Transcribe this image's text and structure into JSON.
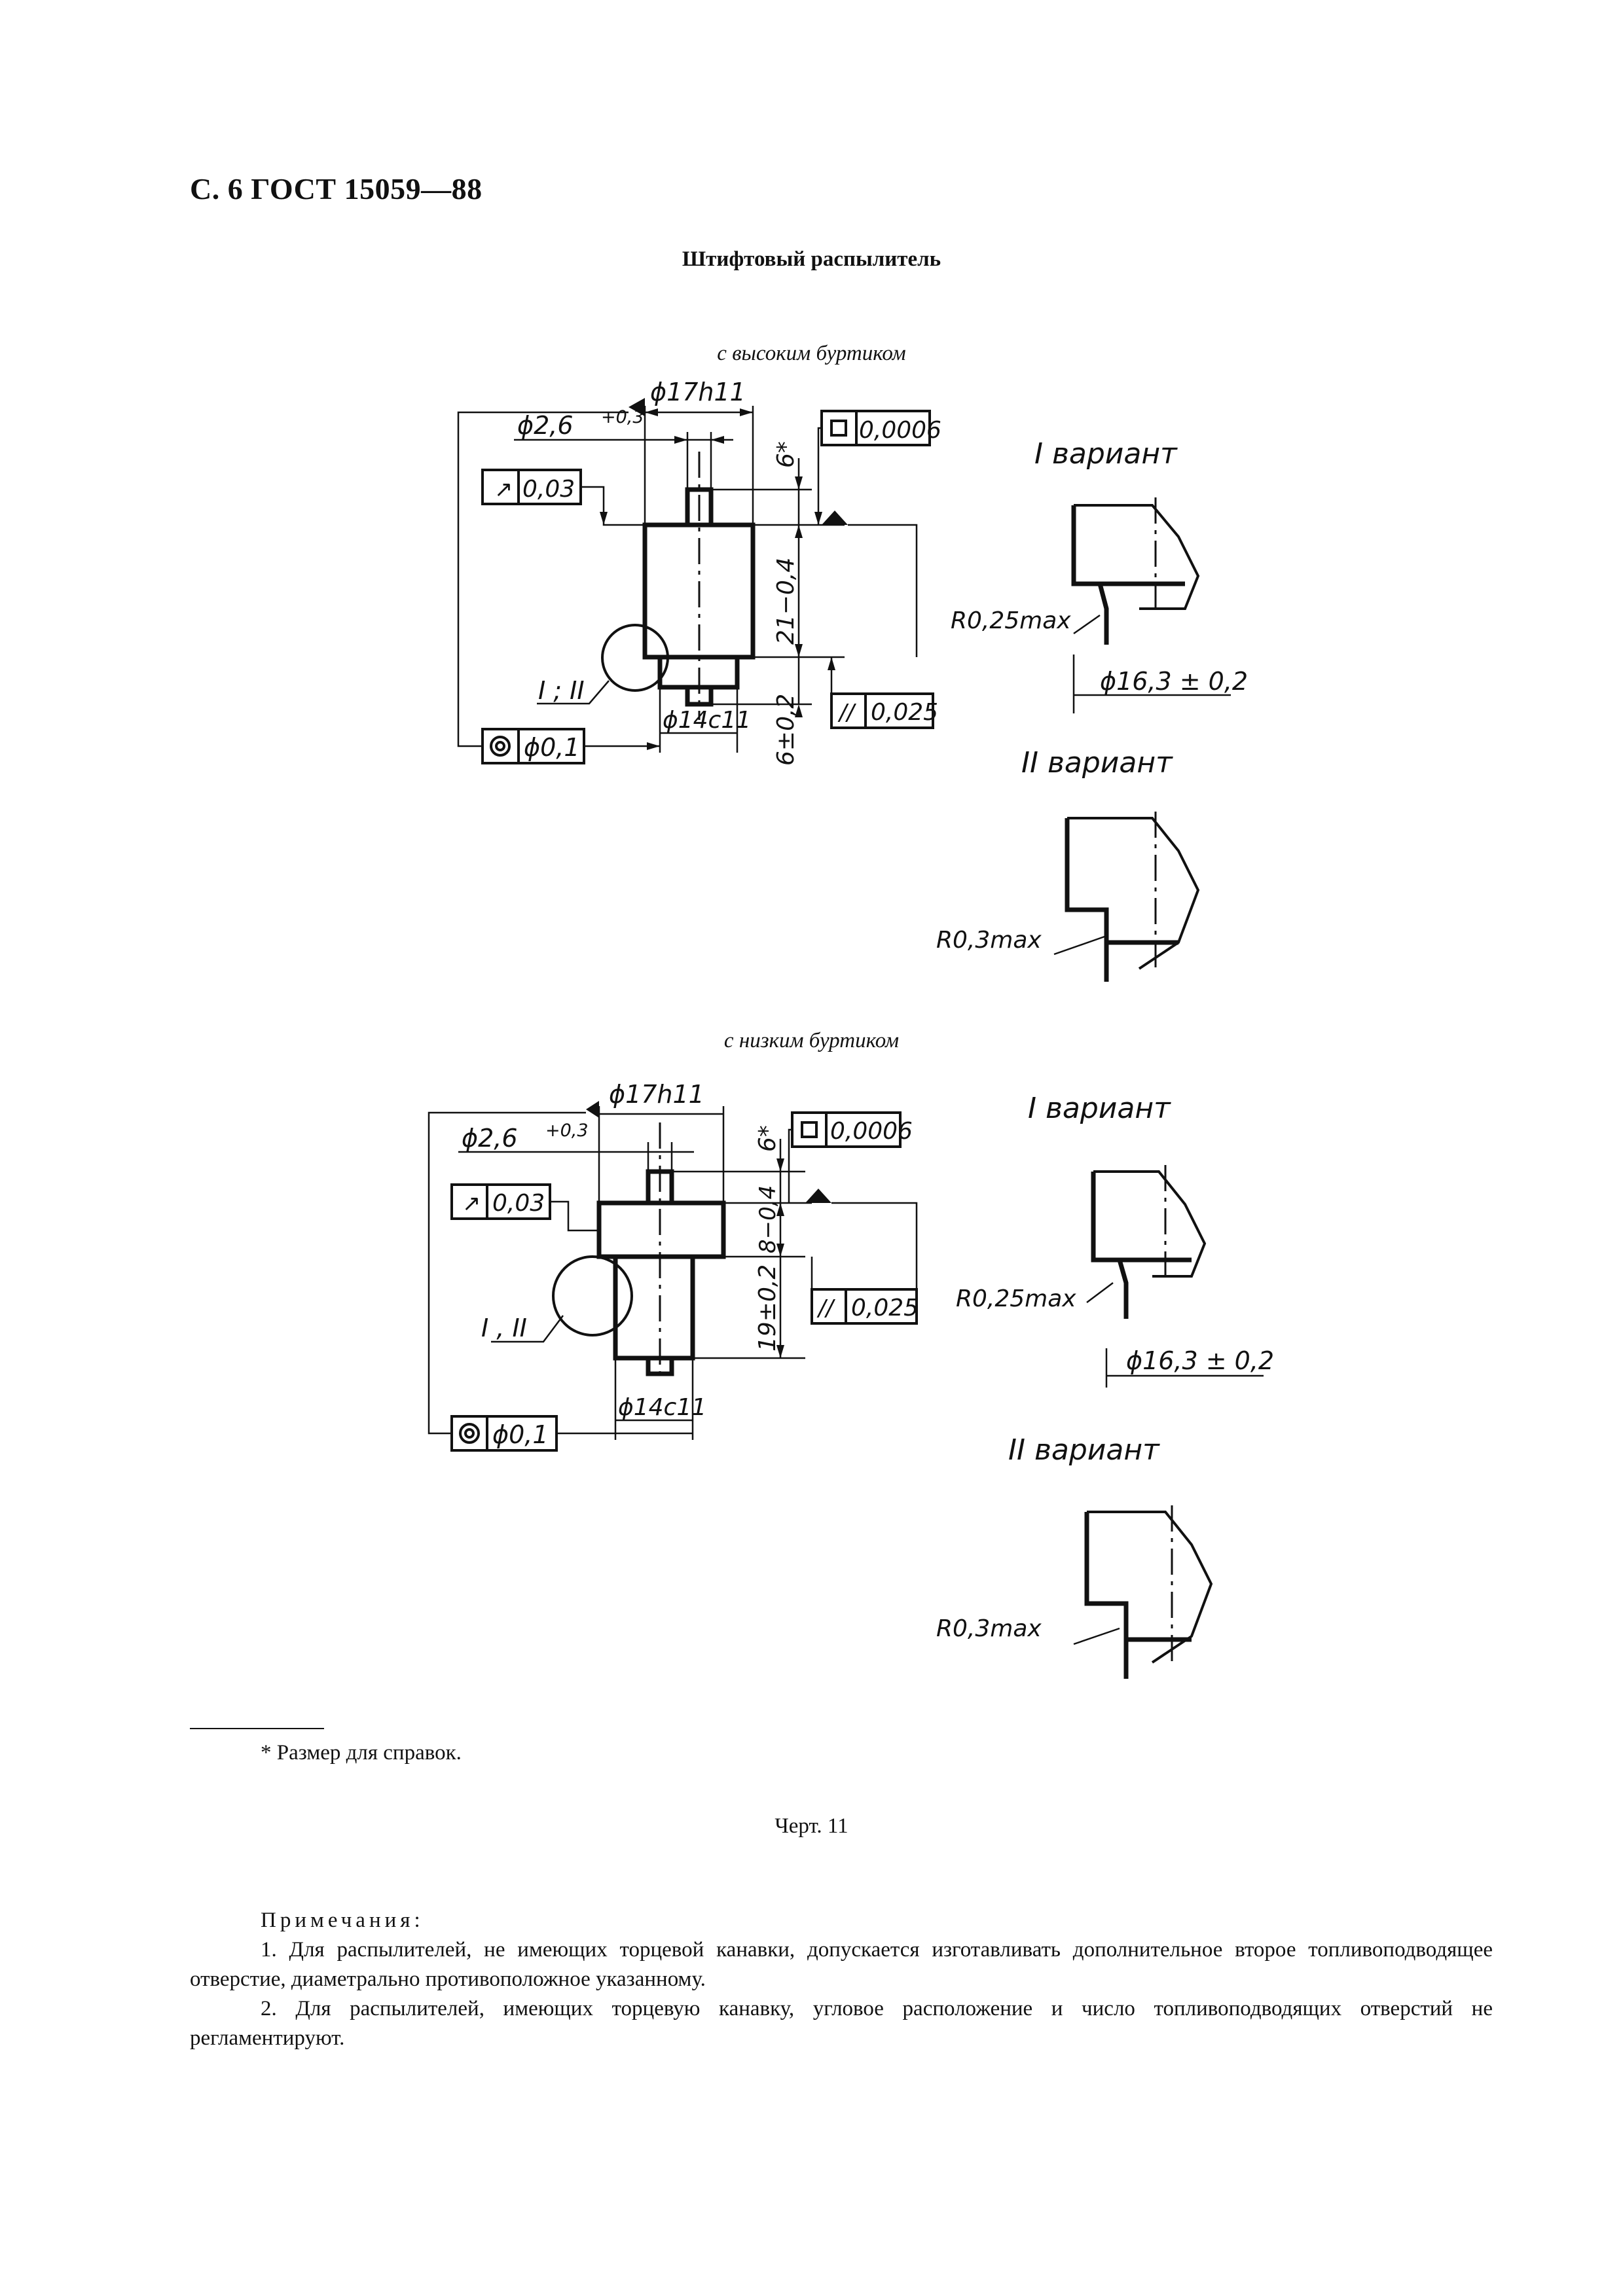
{
  "header": "С. 6 ГОСТ 15059—88",
  "title": "Штифтовый распылитель",
  "section_high": "с высоким буртиком",
  "section_low": "с низким буртиком",
  "labels": {
    "d17": "ϕ17h11",
    "d26": "ϕ2,6",
    "d26_tol": "+0,3",
    "flat": "0,0006",
    "six": "6*",
    "runout": "0,03",
    "len21": "21−0,4",
    "cross": "I ; II",
    "d14": "ϕ14c11",
    "par": "0,025",
    "six_tol": "6±0,2",
    "coax": "ϕ0,1",
    "len8": "8−0,4",
    "len19": "19±0,2",
    "cross2": "I , II",
    "var1": "I вариант",
    "var2": "II вариант",
    "r025": "R0,25max",
    "d163": "ϕ16,3 ± 0,2",
    "r03": "R0,3max"
  },
  "footnote": "* Размер для справок.",
  "caption": "Черт. 11",
  "notes": {
    "heading": "Примечания:",
    "items": [
      "1. Для распылителей, не имеющих торцевой канавки, допускается изготавливать дополнительное второе топливоподводящее отверстие, диаметрально противоположное указанному.",
      "2. Для распылителей, имеющих торцевую канавку, угловое расположение и число топливоподводящих отверстий не регламентируют."
    ]
  }
}
